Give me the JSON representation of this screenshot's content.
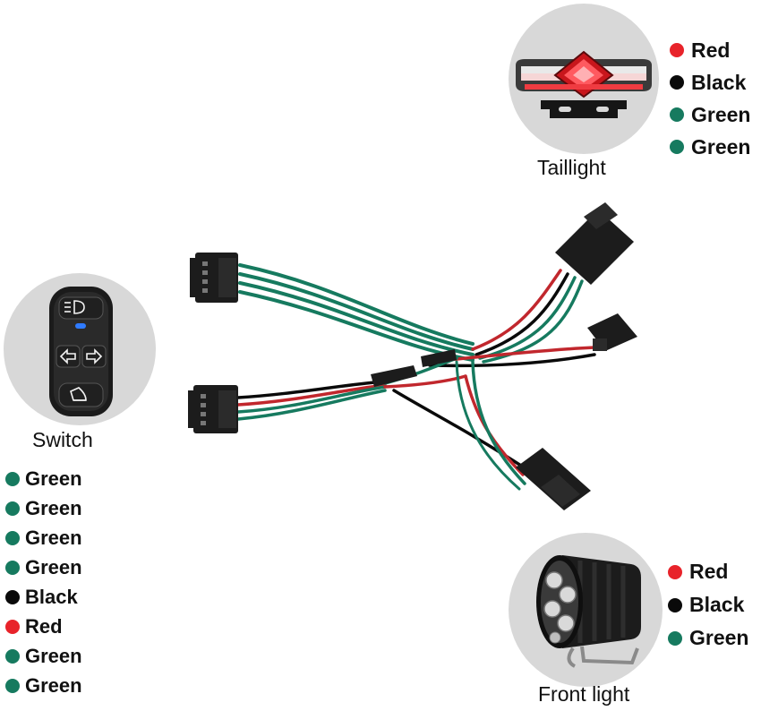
{
  "colors": {
    "green": "#167a5f",
    "black": "#0a0a0a",
    "red": "#e8232a",
    "circle_bg": "#d8d8d8",
    "connector": "#1c1c1c"
  },
  "devices": {
    "taillight": {
      "label": "Taillight",
      "wires": [
        {
          "name": "Red",
          "color": "red"
        },
        {
          "name": "Black",
          "color": "black"
        },
        {
          "name": "Green",
          "color": "green"
        },
        {
          "name": "Green",
          "color": "green"
        }
      ]
    },
    "switch": {
      "label": "Switch",
      "wires": [
        {
          "name": "Green",
          "color": "green"
        },
        {
          "name": "Green",
          "color": "green"
        },
        {
          "name": "Green",
          "color": "green"
        },
        {
          "name": "Green",
          "color": "green"
        },
        {
          "name": "Black",
          "color": "black"
        },
        {
          "name": "Red",
          "color": "red"
        },
        {
          "name": "Green",
          "color": "green"
        },
        {
          "name": "Green",
          "color": "green"
        }
      ]
    },
    "front_light": {
      "label": "Front light",
      "wires": [
        {
          "name": "Red",
          "color": "red"
        },
        {
          "name": "Black",
          "color": "black"
        },
        {
          "name": "Green",
          "color": "green"
        }
      ]
    }
  },
  "icons": {
    "taillight": "taillight-icon",
    "switch": "switch-icon",
    "front_light": "front-light-icon",
    "headlight_button": "headlight-icon",
    "left_button": "left-arrow-icon",
    "right_button": "right-arrow-icon",
    "horn_button": "horn-icon"
  }
}
